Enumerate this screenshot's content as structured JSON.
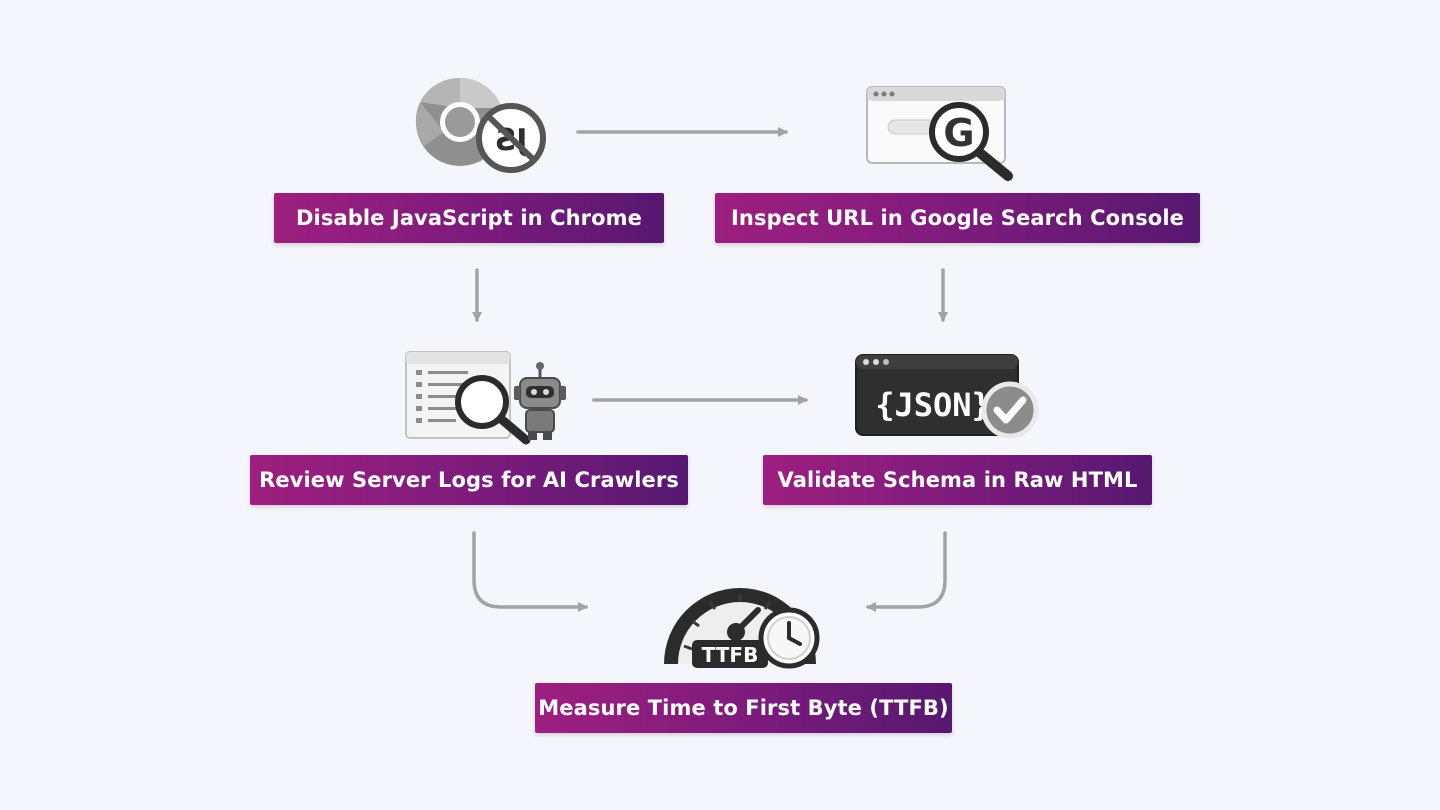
{
  "steps": {
    "disable_js": {
      "label": "Disable JavaScript in Chrome",
      "icon": "chrome-no-js-icon"
    },
    "inspect_url": {
      "label": "Inspect URL in Google Search Console",
      "icon": "google-search-console-icon"
    },
    "server_logs": {
      "label": "Review Server Logs for AI Crawlers",
      "icon": "server-logs-robot-icon"
    },
    "validate_schema": {
      "label": "Validate Schema in Raw HTML",
      "icon": "json-checkmark-icon",
      "icon_text": "{JSON}"
    },
    "ttfb": {
      "label": "Measure Time to First Byte (TTFB)",
      "icon": "ttfb-gauge-icon",
      "icon_text": "TTFB"
    }
  },
  "icon_glyphs": {
    "js_text": "JS",
    "google_letter": "G"
  },
  "colors": {
    "background": "#f5f6fc",
    "label_gradient_start": "#9e1f7f",
    "label_gradient_end": "#561870",
    "arrow": "#a3a3a3"
  }
}
